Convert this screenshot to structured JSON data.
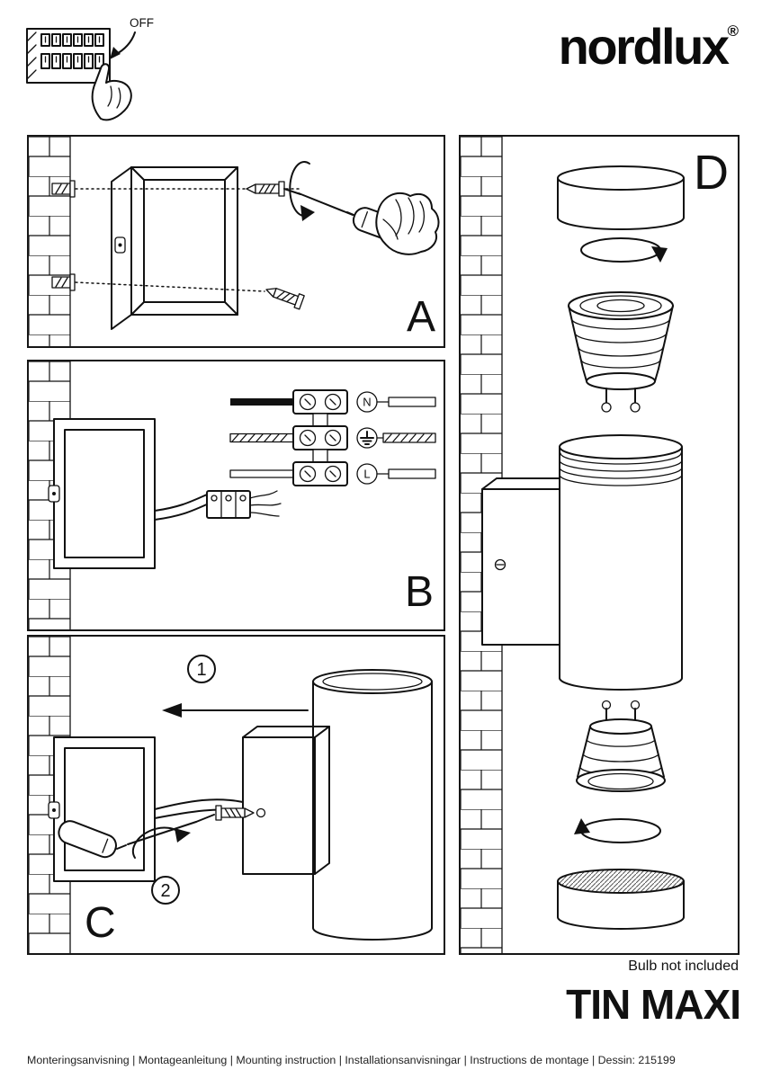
{
  "colors": {
    "ink": "#111111",
    "paper": "#ffffff"
  },
  "header": {
    "logo_text": "nordlux",
    "registered_mark": "®",
    "power_off_label": "OFF"
  },
  "panels": {
    "a": {
      "label": "A"
    },
    "b": {
      "label": "B",
      "terminal_neutral": "N",
      "terminal_live": "L"
    },
    "c": {
      "label": "C",
      "step_one": "1",
      "step_two": "2"
    },
    "d": {
      "label": "D"
    }
  },
  "notes": {
    "bulb_note": "Bulb not included"
  },
  "product": {
    "name": "TIN MAXI"
  },
  "footer": {
    "info_line": "Monteringsanvisning | Montageanleitung | Mounting instruction | Installationsanvisningar | Instructions de montage | Dessin: 215199"
  }
}
